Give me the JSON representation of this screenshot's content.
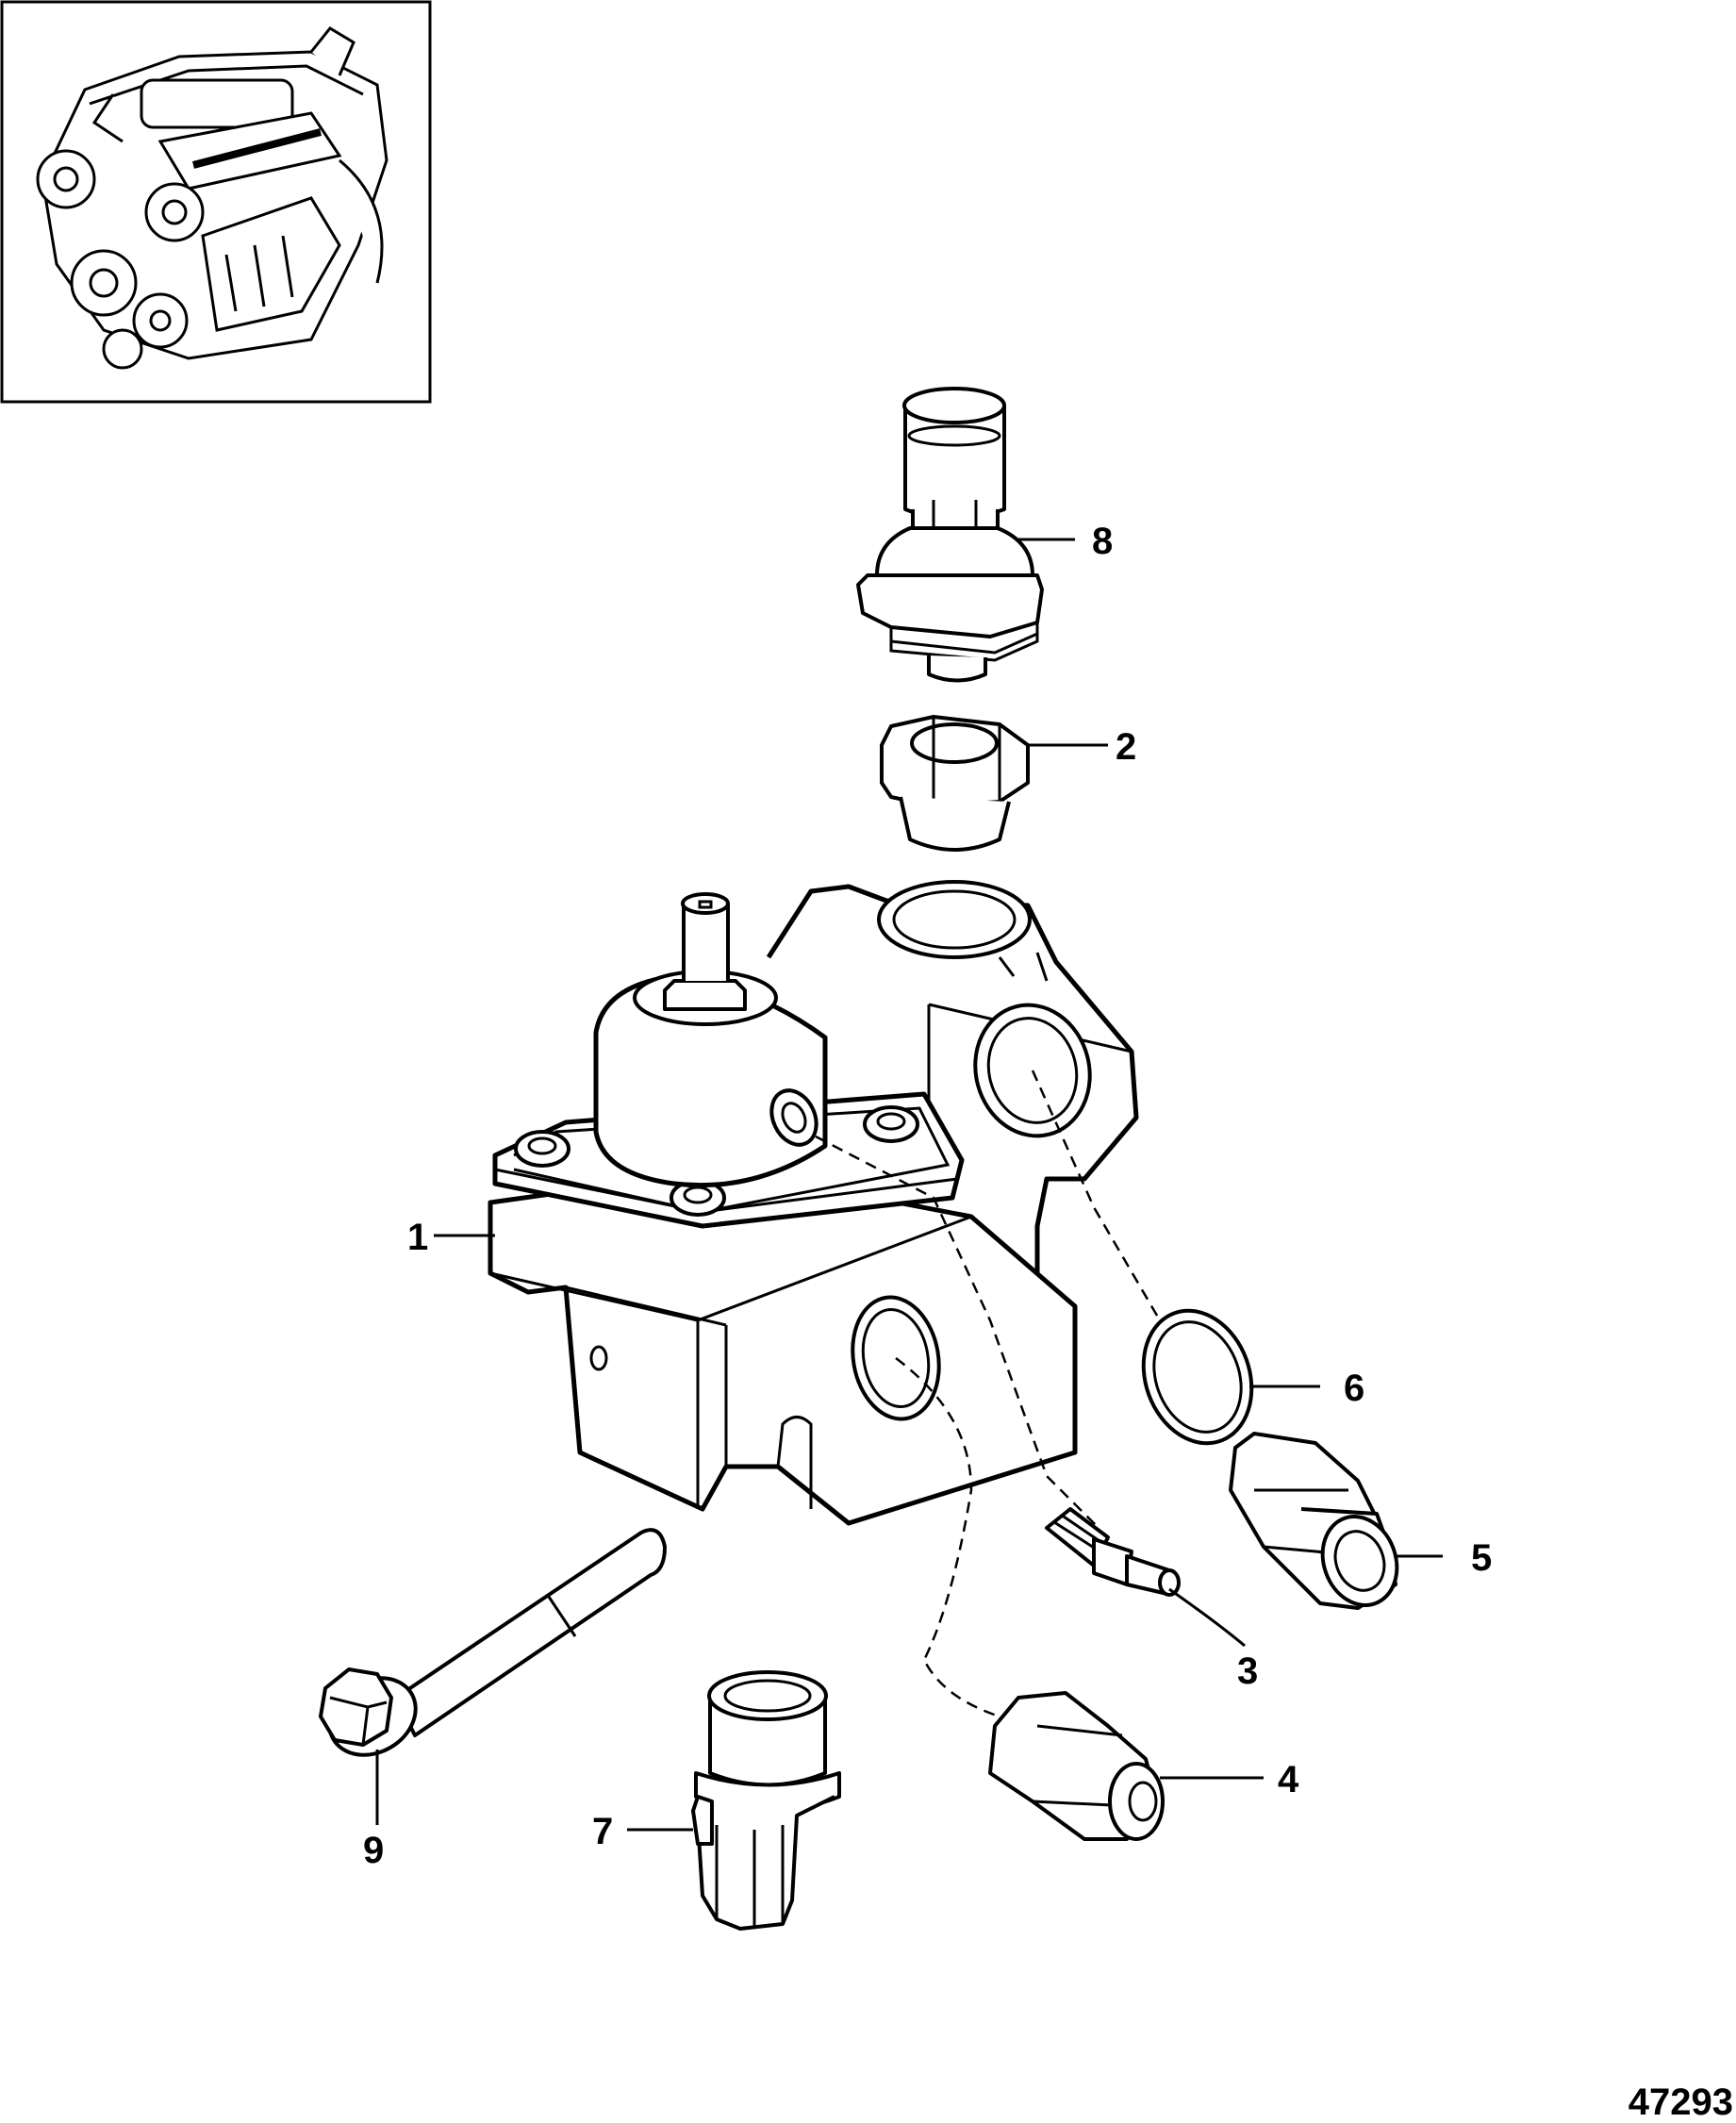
{
  "figure": {
    "number": "47293",
    "inset": {
      "icon": "engine-illustration"
    },
    "callouts": [
      {
        "label": "1",
        "part": "fuel-pressure-regulator-body"
      },
      {
        "label": "2",
        "part": "hex-plug"
      },
      {
        "label": "3",
        "part": "hose-barb-fitting"
      },
      {
        "label": "4",
        "part": "flare-fitting"
      },
      {
        "label": "5",
        "part": "flare-fitting-with-hex"
      },
      {
        "label": "6",
        "part": "o-ring"
      },
      {
        "label": "7",
        "part": "pressure-switch"
      },
      {
        "label": "8",
        "part": "pressure-sender"
      },
      {
        "label": "9",
        "part": "flange-bolt"
      }
    ]
  }
}
